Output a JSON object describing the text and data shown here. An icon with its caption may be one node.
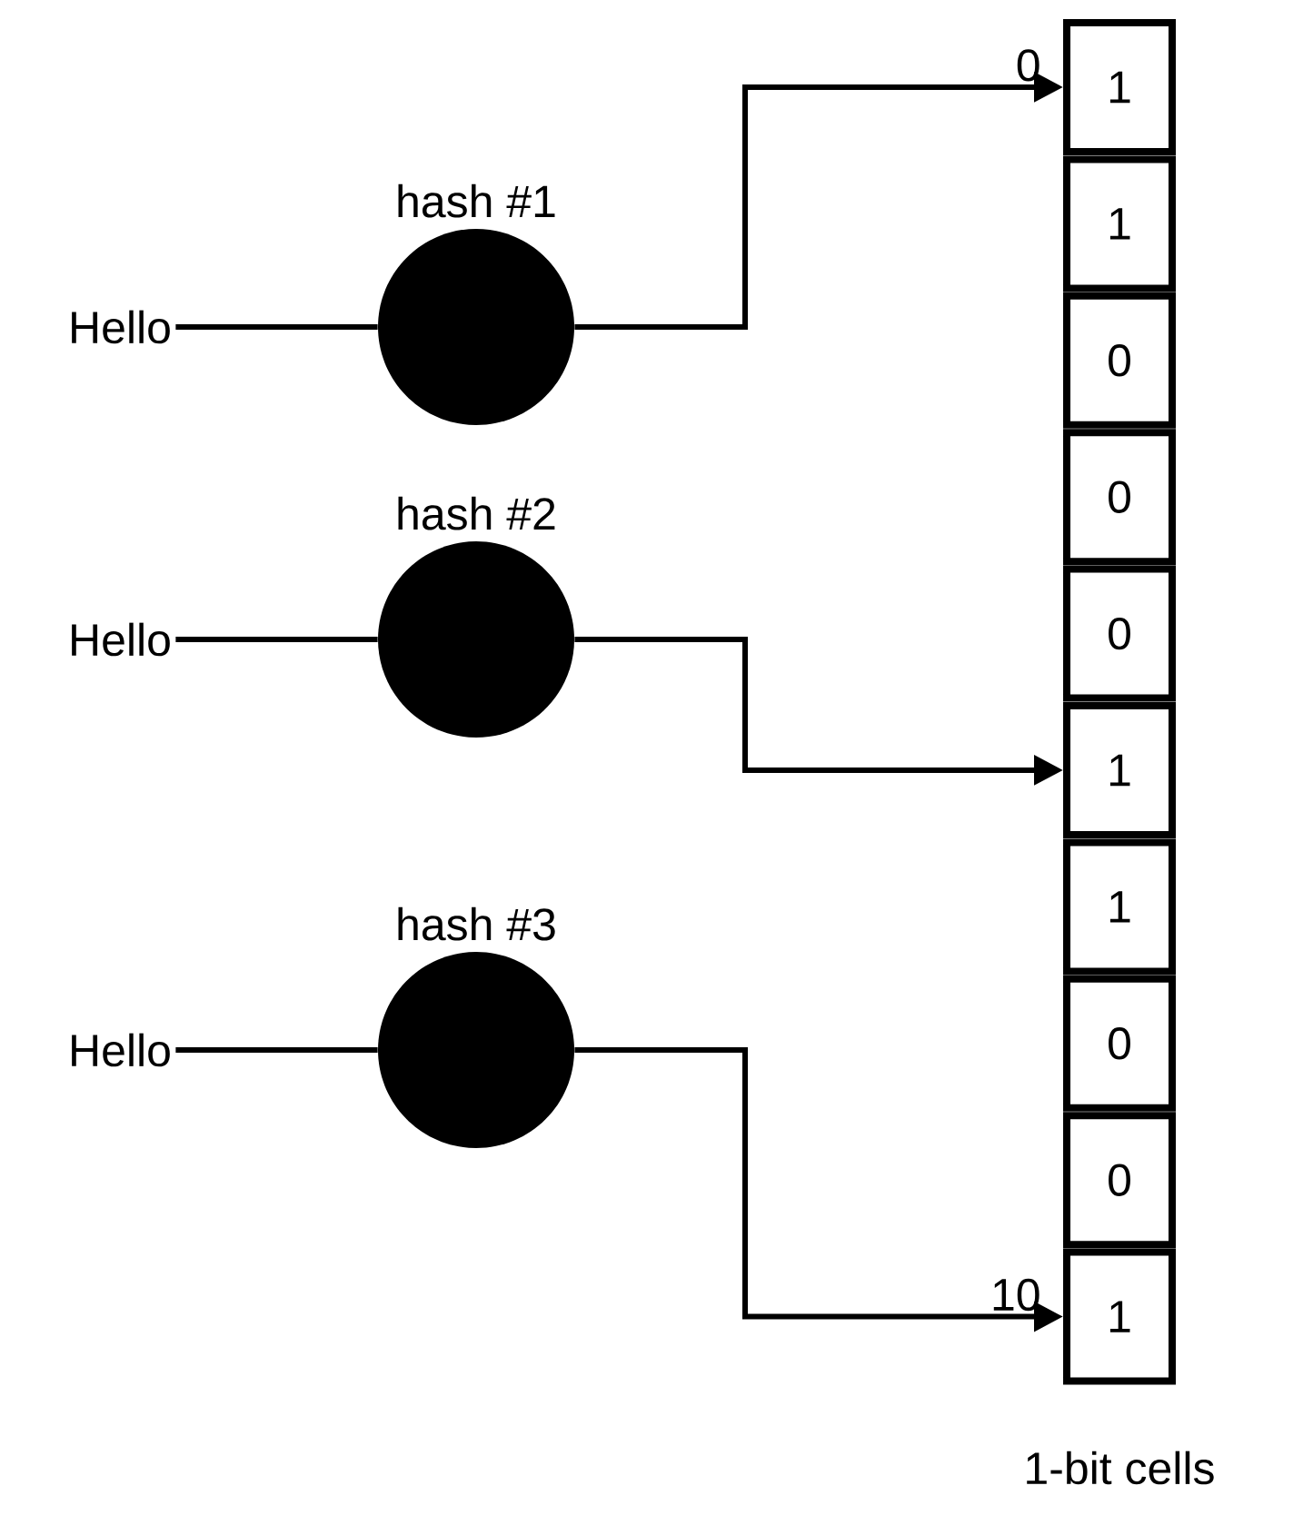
{
  "diagram": {
    "nodes": [
      {
        "text": [
          "Hello"
        ]
      },
      {
        "text": [
          "hash #1"
        ]
      },
      {
        "text": [
          "Hello"
        ]
      },
      {
        "text": [
          "hash #2"
        ]
      },
      {
        "text": [
          "Hello"
        ]
      },
      {
        "text": [
          "hash #3"
        ]
      },
      {
        "text": [
          "1"
        ],
        "beside": [
          "0"
        ]
      },
      {
        "text": [
          "1"
        ]
      },
      {
        "text": [
          "0"
        ]
      },
      {
        "text": [
          "0"
        ]
      },
      {
        "text": [
          "0"
        ]
      },
      {
        "text": [
          "1"
        ]
      },
      {
        "text": [
          "1"
        ]
      },
      {
        "text": [
          "0"
        ]
      },
      {
        "text": [
          "0"
        ]
      },
      {
        "text": [
          "1"
        ],
        "beside": [
          "10"
        ]
      }
    ],
    "edges": [
      {
        "from": 0,
        "to": 1,
        "arrow": "none"
      },
      {
        "from": 1,
        "to": 6,
        "arrow": "to"
      },
      {
        "from": 2,
        "to": 3,
        "arrow": "none"
      },
      {
        "from": 3,
        "to": 11,
        "arrow": "to"
      },
      {
        "from": 4,
        "to": 5,
        "arrow": "none"
      },
      {
        "from": 5,
        "to": 15,
        "arrow": "to"
      }
    ],
    "labels": [
      "1-bit cells"
    ]
  }
}
